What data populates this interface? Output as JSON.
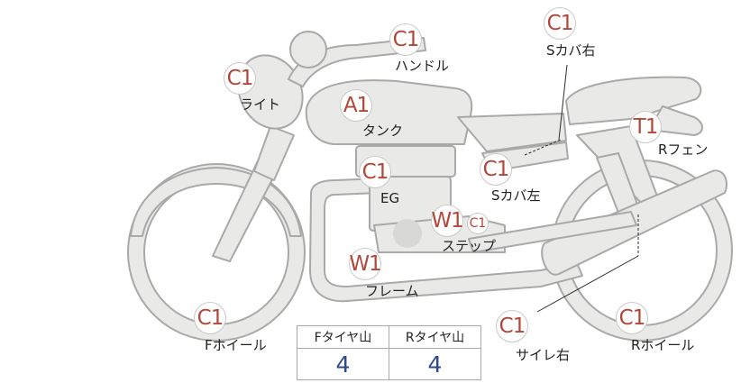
{
  "parts": [
    {
      "id": "light",
      "grade": "C1",
      "label": "ライト"
    },
    {
      "id": "handle",
      "grade": "C1",
      "label": "ハンドル"
    },
    {
      "id": "tank",
      "grade": "A1",
      "label": "タンク"
    },
    {
      "id": "side_cover_right",
      "grade": "C1",
      "label": "Sカバ右"
    },
    {
      "id": "rear_fender",
      "grade": "T1",
      "label": "Rフェン"
    },
    {
      "id": "engine",
      "grade": "C1",
      "label": "EG"
    },
    {
      "id": "side_cover_left",
      "grade": "C1",
      "label": "Sカバ左"
    },
    {
      "id": "step",
      "grade": "W1",
      "sub_grade": "C1",
      "label": "ステップ"
    },
    {
      "id": "frame",
      "grade": "W1",
      "label": "フレーム"
    },
    {
      "id": "front_wheel",
      "grade": "C1",
      "label": "Fホイール"
    },
    {
      "id": "muffler_right",
      "grade": "C1",
      "label": "サイレ右"
    },
    {
      "id": "rear_wheel",
      "grade": "C1",
      "label": "Rホイール"
    }
  ],
  "tire_tread": {
    "front_label": "Fタイヤ山",
    "rear_label": "Rタイヤ山",
    "front_value": "4",
    "rear_value": "4"
  },
  "colors": {
    "grade_text": "#b2473b",
    "tread_value": "#2c4a8c",
    "body_fill": "#e8e8e6",
    "outline": "#a8a8a8"
  }
}
